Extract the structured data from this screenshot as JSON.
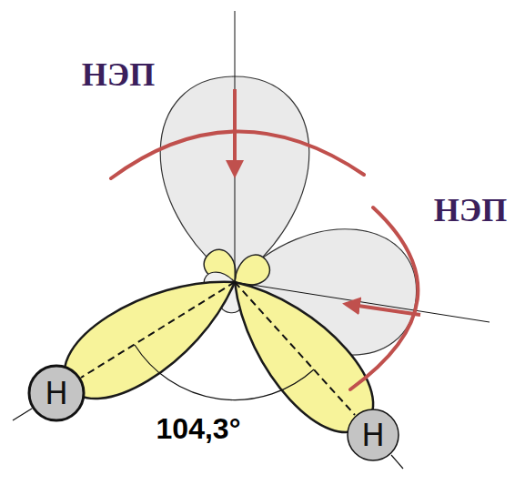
{
  "diagram": {
    "nodes": [
      {
        "text": [
          "H"
        ]
      },
      {
        "text": [
          "H"
        ]
      }
    ],
    "labels": [
      "НЭП",
      "НЭП",
      "104,3°"
    ]
  }
}
